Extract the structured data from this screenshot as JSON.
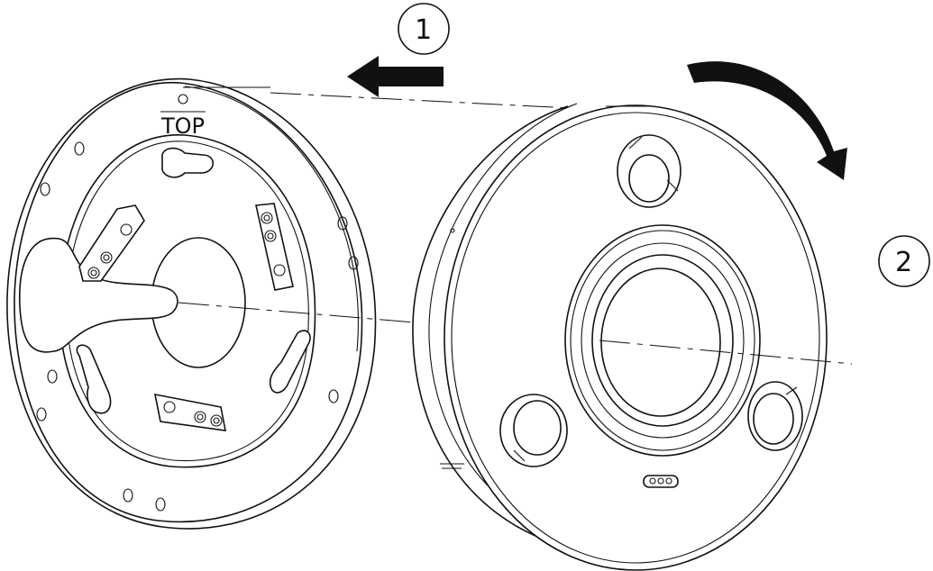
{
  "step_markers": [
    {
      "number": "1",
      "meaning": "push-arrow"
    },
    {
      "number": "2",
      "meaning": "rotate-arrow"
    }
  ],
  "base_plate": {
    "label": "TOP"
  },
  "colors": {
    "line": "#111111",
    "background": "#ffffff"
  },
  "icons": [
    "push-left-arrow-icon",
    "rotate-clockwise-arrow-icon"
  ]
}
